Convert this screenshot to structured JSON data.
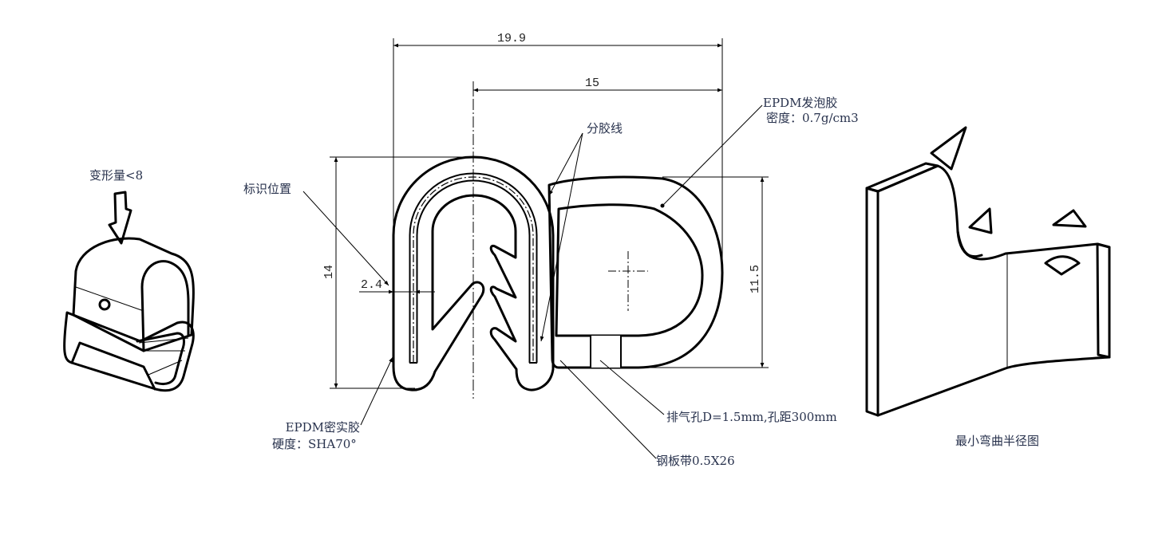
{
  "dimensions": {
    "overall_width": "19.9",
    "bulb_width": "15",
    "overall_height": "14",
    "bulb_height": "11.5",
    "wall_thickness": "2.4"
  },
  "labels": {
    "marking_position": "标识位置",
    "parting_line": "分胶线",
    "foam_material": "EPDM发泡胶",
    "foam_density": "密度：0.7g/cm3",
    "solid_material": "EPDM密实胶",
    "solid_hardness": "硬度：SHA70°",
    "vent_hole": "排气孔D=1.5mm,孔距300mm",
    "steel_band": "钢板带0.5X26",
    "deformation": "变形量<8",
    "min_bend_radius": "最小弯曲半径图"
  },
  "colors": {
    "text": "#28324d",
    "line": "#000000"
  }
}
